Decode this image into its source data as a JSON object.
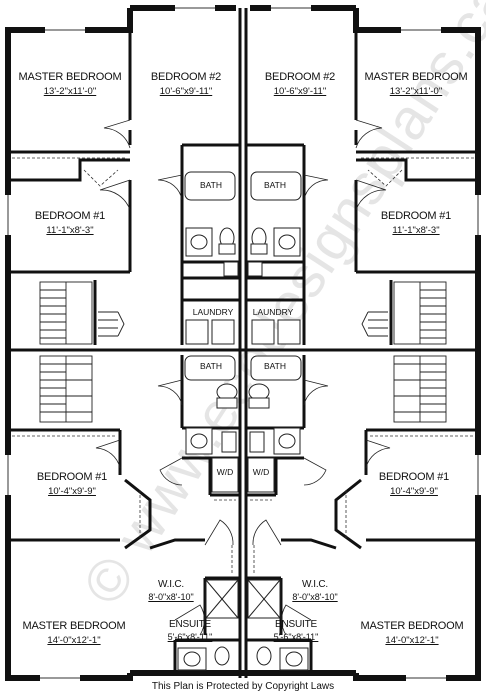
{
  "watermark": "© www.ecodesignsplans.ca",
  "caption": "This Plan is Protected by Copyright Laws",
  "rooms": {
    "master_tl": {
      "name": "MASTER BEDROOM",
      "dims": "13'-2\"x11'-0\""
    },
    "bed2_tl": {
      "name": "BEDROOM #2",
      "dims": "10'-6\"x9'-11\""
    },
    "bed2_tr": {
      "name": "BEDROOM #2",
      "dims": "10'-6\"x9'-11\""
    },
    "master_tr": {
      "name": "MASTER BEDROOM",
      "dims": "13'-2\"x11'-0\""
    },
    "bed1_tl": {
      "name": "BEDROOM #1",
      "dims": "11'-1\"x8'-3\""
    },
    "bed1_tr": {
      "name": "BEDROOM #1",
      "dims": "11'-1\"x8'-3\""
    },
    "bath_tl": {
      "name": "BATH"
    },
    "bath_tr": {
      "name": "BATH"
    },
    "laundry_l": {
      "name": "LAUNDRY"
    },
    "laundry_r": {
      "name": "LAUNDRY"
    },
    "bath_bl": {
      "name": "BATH"
    },
    "bath_br": {
      "name": "BATH"
    },
    "bed1_bl": {
      "name": "BEDROOM #1",
      "dims": "10'-4\"x9'-9\""
    },
    "bed1_br": {
      "name": "BEDROOM #1",
      "dims": "10'-4\"x9'-9\""
    },
    "wd_l": {
      "name": "W/D"
    },
    "wd_r": {
      "name": "W/D"
    },
    "wic_l": {
      "name": "W.I.C.",
      "dims": "8'-0\"x8'-10\""
    },
    "wic_r": {
      "name": "W.I.C.",
      "dims": "8'-0\"x8'-10\""
    },
    "master_bl": {
      "name": "MASTER BEDROOM",
      "dims": "14'-0\"x12'-1\""
    },
    "master_br": {
      "name": "MASTER BEDROOM",
      "dims": "14'-0\"x12'-1\""
    },
    "ensuite_l": {
      "name": "ENSUITE",
      "dims": "5'-6\"x8'-11\""
    },
    "ensuite_r": {
      "name": "ENSUITE",
      "dims": "5'-6\"x8'-11\""
    }
  }
}
